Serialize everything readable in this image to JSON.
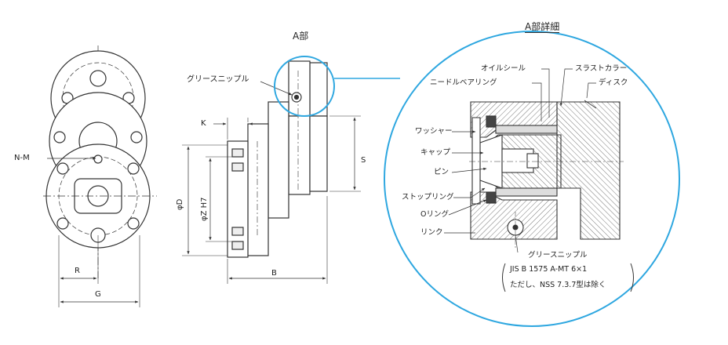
{
  "dimensions": {
    "nm": "N-M",
    "r": "R",
    "g": "G",
    "k": "K",
    "s": "S",
    "b": "B",
    "phi_d": "φD",
    "phi_z": "φZ H7"
  },
  "callouts": {
    "a_part": "A部",
    "grease_nipple_main": "グリースニップル"
  },
  "detail": {
    "title": "A部詳細",
    "labels": {
      "oil_seal": "オイルシール",
      "needle_bearing": "ニードルベアリング",
      "thrust_collar": "スラストカラー",
      "disk": "ディスク",
      "washer": "ワッシャー",
      "cap": "キャップ",
      "pin": "ピン",
      "stopping": "ストップリング",
      "o_ring": "Oリング",
      "link": "リンク",
      "grease_nipple": "グリースニップル"
    },
    "note": {
      "line1": "JIS B 1575 A-MT 6×1",
      "line2": "ただし、NSS 7.3.7型は除く"
    }
  },
  "colors": {
    "line": "#333333",
    "accent_blue": "#2ea7e0",
    "hatch": "#555555"
  }
}
